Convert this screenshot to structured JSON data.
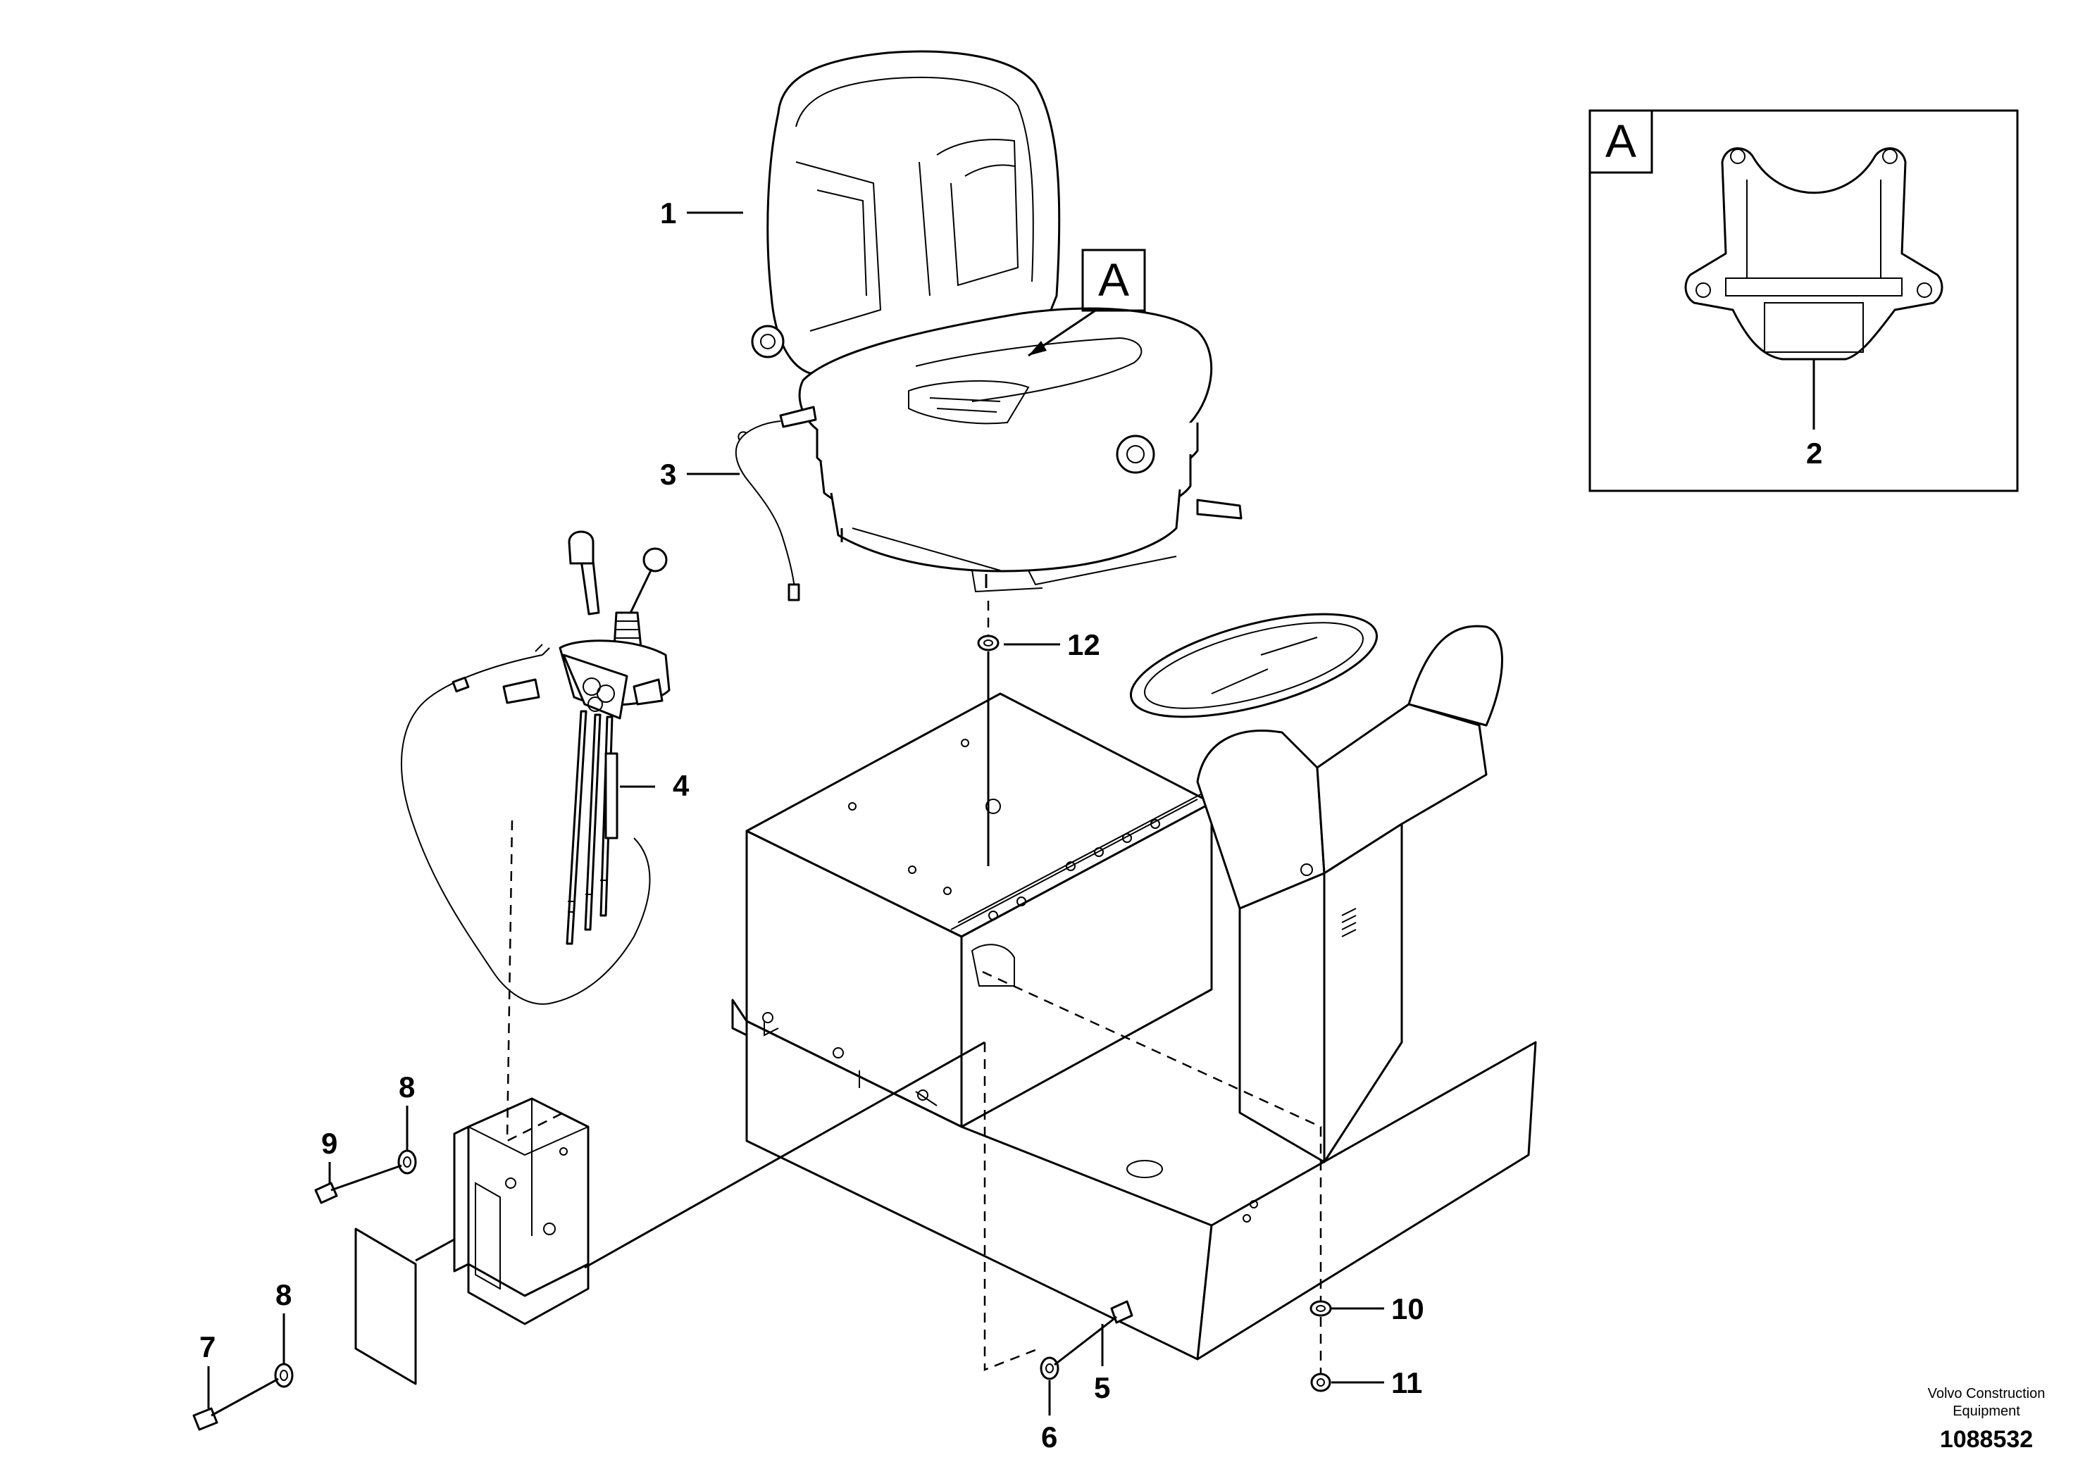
{
  "callouts": {
    "c1": "1",
    "c2": "2",
    "c3": "3",
    "c4": "4",
    "c5": "5",
    "c6": "6",
    "c7": "7",
    "c8a": "8",
    "c8b": "8",
    "c9": "9",
    "c10": "10",
    "c11": "11",
    "c12": "12"
  },
  "view_labels": {
    "seat_view": "A",
    "inset_view": "A"
  },
  "footer": {
    "company_line1": "Volvo Construction",
    "company_line2": "Equipment",
    "drawing_number": "1088532"
  }
}
